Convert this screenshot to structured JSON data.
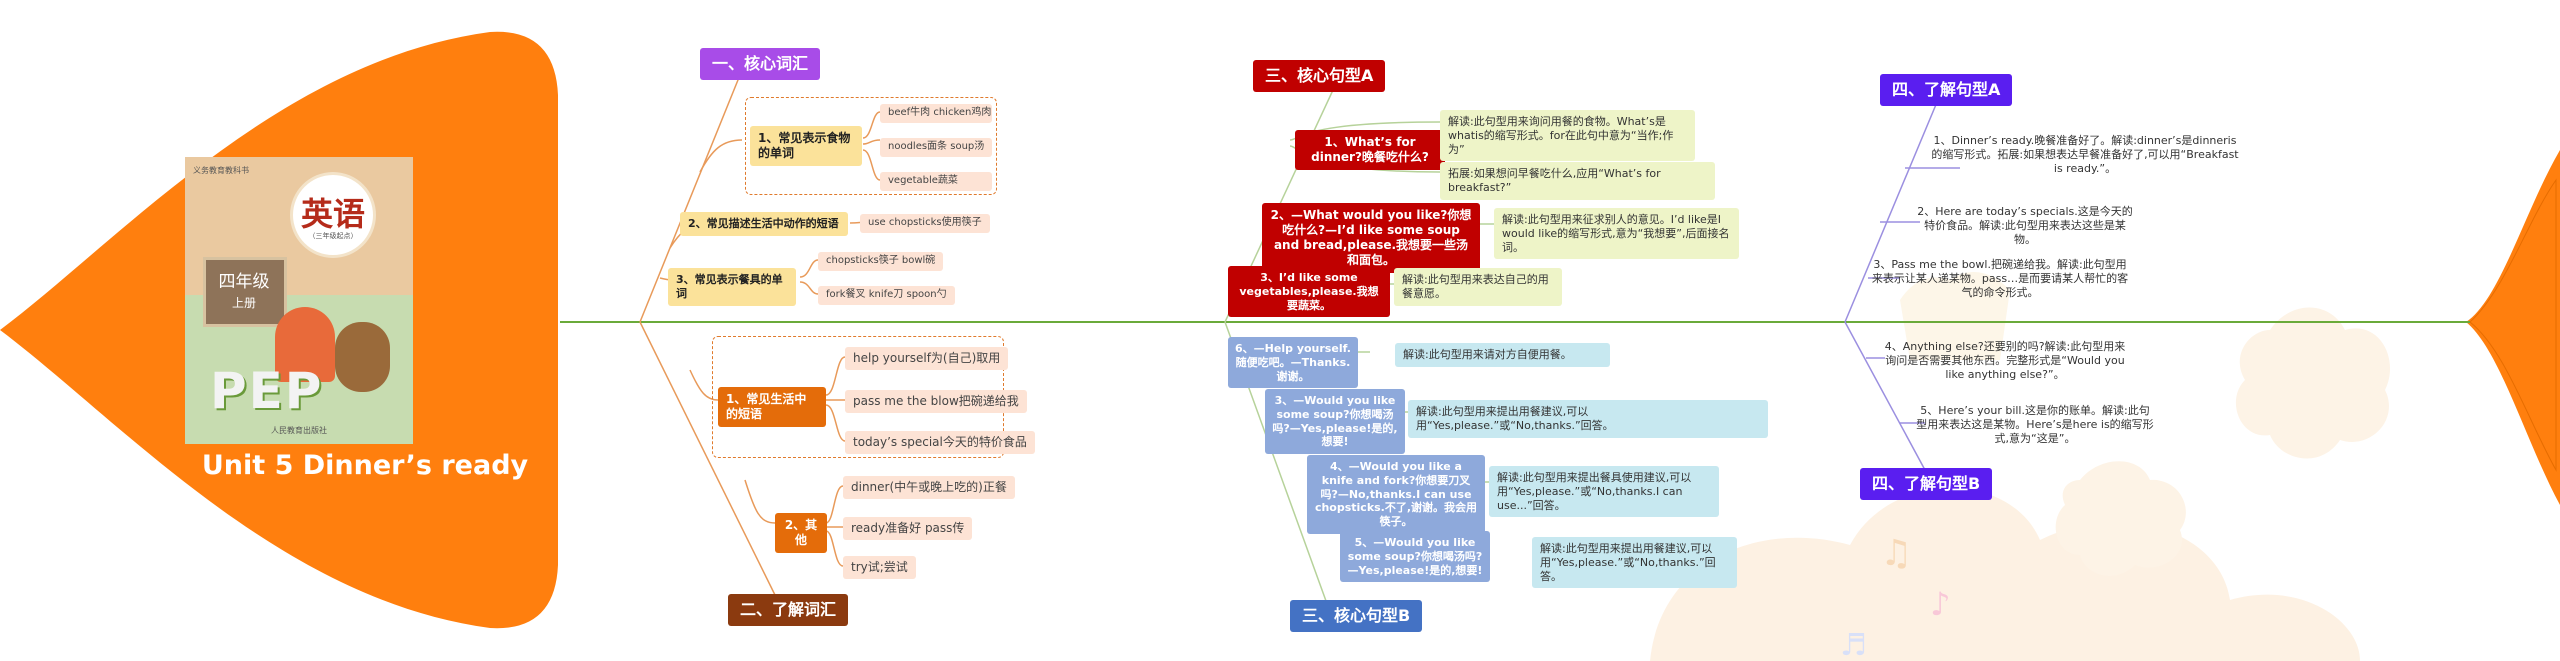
{
  "colors": {
    "orange": "#ff7f0e",
    "purple": "#a84ce8",
    "red": "#c00000",
    "blue": "#4472c4",
    "violet": "#5a1ef0",
    "brown": "#8b3a0f",
    "line_green": "#6aaa3a"
  },
  "root": {
    "title": "Unit 5 Dinner’s ready",
    "book": {
      "title": "英语",
      "grade": "四年级",
      "volume": "上册",
      "cover_word": "PEP",
      "series": "义务教育教科书",
      "edition": "（三年级起点）",
      "publisher": "人民教育出版社"
    }
  },
  "branches": {
    "core_vocab": {
      "label": "一、核心词汇",
      "groups": [
        {
          "label": "1、常见表示食物的单词",
          "items": [
            "beef牛肉 chicken鸡肉",
            "noodles面条 soup汤",
            "vegetable蔬菜"
          ]
        },
        {
          "label": "2、常见描述生活中动作的短语",
          "items": [
            "use chopsticks使用筷子"
          ]
        },
        {
          "label": "3、常见表示餐具的单词",
          "items": [
            "chopsticks筷子 bowl碗",
            "fork餐叉 knife刀 spoon勺"
          ]
        }
      ]
    },
    "know_vocab": {
      "label": "二、了解词汇",
      "groups": [
        {
          "label": "1、常见生活中的短语",
          "items": [
            "help yourself为(自己)取用",
            "pass me the blow把碗递给我",
            "today’s special今天的特价食品"
          ]
        },
        {
          "label": "2、其他",
          "items": [
            "dinner(中午或晚上吃的)正餐",
            "ready准备好 pass传",
            "try试;尝试"
          ]
        }
      ]
    },
    "core_sent_a": {
      "label": "三、核心句型A",
      "items": [
        {
          "sentence": "1、What’s for dinner?晚餐吃什么?",
          "notes": [
            "解读:此句型用来询问用餐的食物。What’s是whatis的缩写形式。for在此句中意为“当作;作为”",
            "拓展:如果想问早餐吃什么,应用“What’s for breakfast?”"
          ]
        },
        {
          "sentence": "2、—What would you like?你想吃什么?—I’d like some soup and bread,please.我想要一些汤和面包。",
          "notes": [
            "解读:此句型用来征求别人的意见。I’d like是I would like的缩写形式,意为“我想要”,后面接名词。"
          ]
        },
        {
          "sentence": "3、I’d like some vegetables,please.我想要蔬菜。",
          "notes": [
            "解读:此句型用来表达自己的用餐意愿。"
          ]
        }
      ]
    },
    "core_sent_b": {
      "label": "三、核心句型B",
      "items": [
        {
          "sentence": "6、—Help yourself.随便吃吧。—Thanks.谢谢。",
          "note": "解读:此句型用来请对方自便用餐。"
        },
        {
          "sentence": "3、—Would you like some soup?你想喝汤吗?—Yes,please!是的,想要!",
          "note": "解读:此句型用来提出用餐建议,可以用“Yes,please.”或“No,thanks.”回答。"
        },
        {
          "sentence": "4、—Would you like a knife and fork?你想要刀叉吗?—No,thanks.I can use chopsticks.不了,谢谢。我会用筷子。",
          "note": "解读:此句型用来提出餐具使用建议,可以用“Yes,please.”或“No,thanks.I can use...”回答。"
        },
        {
          "sentence": "5、—Would you like some soup?你想喝汤吗?—Yes,please!是的,想要!",
          "note": "解读:此句型用来提出用餐建议,可以用“Yes,please.”或“No,thanks.”回答。"
        }
      ]
    },
    "know_sent_a": {
      "label": "四、了解句型A",
      "items": [
        "1、Dinner’s ready.晚餐准备好了。解读:dinner’s是dinneris的缩写形式。拓展:如果想表达早餐准备好了,可以用“Breakfast is ready.”。",
        "2、Here are today’s specials.这是今天的特价食品。解读:此句型用来表达这些是某物。",
        "3、Pass me the bowl.把碗递给我。解读:此句型用来表示让某人递某物。pass…是而要请某人帮忙的客气的命令形式。"
      ]
    },
    "know_sent_b": {
      "label": "四、了解句型B",
      "items": [
        "4、Anything else?还要别的吗?解读:此句型用来询问是否需要其他东西。完整形式是“Would you like anything else?”。",
        "5、Here’s your bill.这是你的账单。解读:此句型用来表达这是某物。Here’s是here is的缩写形式,意为“这是”。"
      ]
    }
  }
}
